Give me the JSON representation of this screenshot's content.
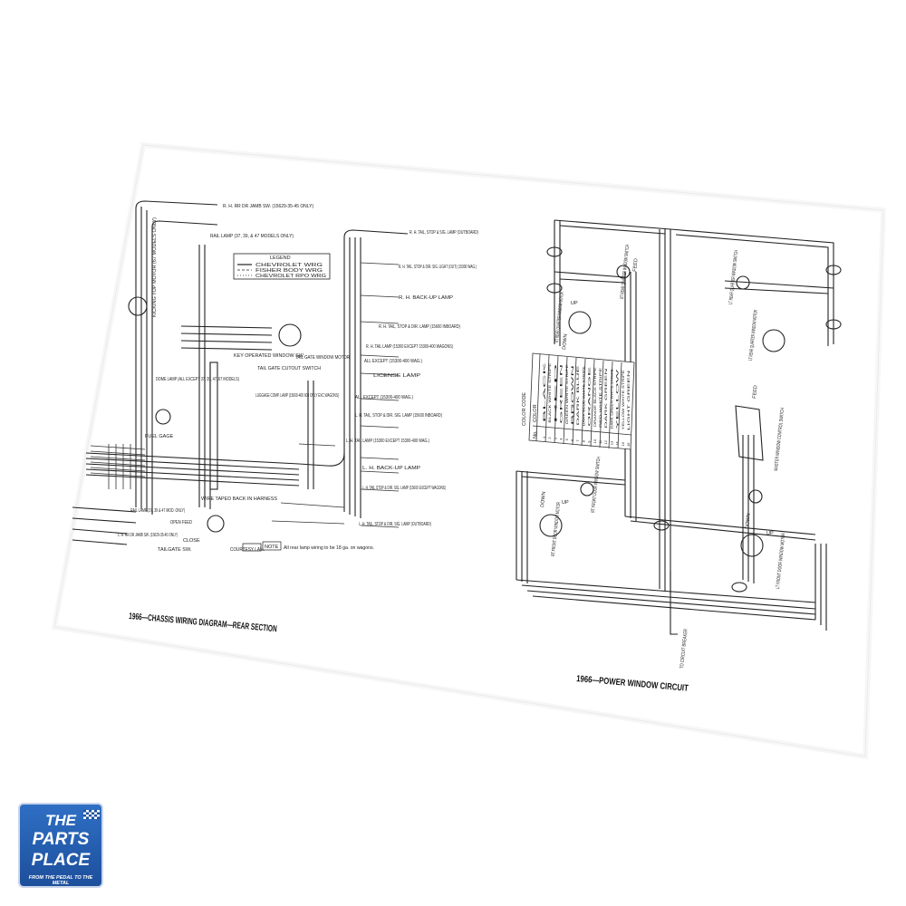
{
  "left_diagram": {
    "caption": "1966—CHASSIS WIRING DIAGRAM—REAR SECTION",
    "legend": {
      "title": "LEGEND",
      "items": [
        "CHEVROLET WRG",
        "FISHER BODY WRG",
        "CHEVROLET RPO WRG"
      ]
    },
    "labels": {
      "rh_dr_jamb": "R. H. RR DR JAMB SW. (15629-35-45 ONLY)",
      "rail_lamp": "RAIL LAMP (37, 39, & 47 MODELS ONLY)",
      "kicking_top_motor": "KICKING TOP MOTOR (67 MODELS ONLY)",
      "dome_lamp": "DOME LAMP (ALL EXCEPT 37, 39, 47, 67 MODELS)",
      "fuel_gage": "FUEL GAGE",
      "key_window": "KEY OPERATED WINDOW SW.",
      "tail_gate_cutout": "TAIL GATE CUTOUT SWITCH",
      "tail_gate_motor": "TAIL GATE WINDOW MOTOR",
      "luggage_lamp": "LUGGAGE COMP. LAMP (15600-400 600 ONLY EXC WAGONS)",
      "rh_tail_top": "R. H. TAIL, STOP & SIG. LAMP (OUTBOARD)",
      "rh_tail_stop": "R. H. TAIL, STOP & DIR. SIG. LIGHT (OUT) (15300 WAG.)",
      "rh_backup": "R. H. BACK-UP LAMP",
      "rh_tail_inboard": "R. H. TAIL, STOP & DIR. LAMP (15600 INBOARD)",
      "rh_tail_lamp": "R. H. TAIL LAMP (15300 EXCEPT 15300-400 WAGONS)",
      "all_except_1": "ALL EXCEPT (15300-400 WAG.)",
      "license_lamp": "LICENSE LAMP",
      "all_except_2": "ALL EXCEPT (15300-400 WAG.)",
      "lh_tail_inboard": "L. H. TAIL, STOP & DIR. SIG. LAMP (15600 INBOARD)",
      "lh_tail_lamp": "L. H. TAIL LAMP (15300 EXCEPT 15300-400 WAG.)",
      "lh_backup": "L. H. BACK-UP LAMP",
      "lh_tail_stop": "L. H. TAIL STOP & DIR. SIG. LAMP (15600 EXCEPT WAGONS)",
      "lh_tail_out": "L. H. TAIL, STOP & DIR. SIG. LAMP (OUTBOARD)",
      "rail_lamp_2": "RAIL LAMP (37, 39 & 47 MOD. ONLY)",
      "lh_rr_jamb": "L. H. RR DR JAMB SW. (15629-35-45 ONLY)",
      "wire_taped": "WIRE TAPED BACK IN HARNESS",
      "open_feed": "OPEN FEED",
      "close": "CLOSE",
      "tailgate_sw": "TAILGATE SW.",
      "courtesy": "COURTESY LAMP",
      "note_tag": "NOTE",
      "note": "All rear lamp wiring to be 18 ga. on wagons."
    }
  },
  "right_diagram": {
    "caption": "1966—POWER WINDOW CIRCUIT",
    "labels": {
      "rh_quarter_motor": "RT REAR QUARTER WINDOW MOTOR",
      "rh_quarter_switch": "RT REAR QUARTER WINDOW SWITCH",
      "lh_quarter_switch": "LT REAR QUARTER WINDOW SWITCH",
      "lh_quarter_motor": "LT REAR QUARTER WINDOW MOTOR",
      "master_switch": "MASTER WINDOW CONTROL SWITCH",
      "rt_front_motor": "RT FRONT DOOR WINDOW MOTOR",
      "rt_front_switch": "RT FRONT DOOR WINDOW SWITCH",
      "lt_front_motor": "LT FRONT DOOR WINDOW MOTOR",
      "to_breaker": "TO CIRCUIT BREAKER",
      "up": "UP",
      "down": "DOWN",
      "feed": "FEED"
    },
    "color_code": {
      "title": "COLOR CODE",
      "headers": [
        "No.",
        "COLOR"
      ],
      "rows": [
        [
          "1",
          "BLACK"
        ],
        [
          "2",
          "BLACK WHITE STRIPE"
        ],
        [
          "3",
          "RED"
        ],
        [
          "4",
          "GREEN"
        ],
        [
          "5",
          "GREEN WHITE STRIPE"
        ],
        [
          "6",
          "BROWN"
        ],
        [
          "7",
          "DARK BLUE"
        ],
        [
          "8",
          "DARK BLUE WHITE STRIPE"
        ],
        [
          "9",
          "ORANGE"
        ],
        [
          "10",
          "ORANGE BLACK STRIPE"
        ],
        [
          "11",
          "RED WHITE STRIPE"
        ],
        [
          "12",
          "DARK GREEN"
        ],
        [
          "13",
          "DARK GREEN WHITE STRIPE"
        ],
        [
          "14",
          "YELLOW"
        ],
        [
          "15",
          "YELLOW WHITE STRIPE"
        ],
        [
          "16",
          "LIGHT GREEN"
        ]
      ]
    }
  },
  "logo": {
    "line1": "THE",
    "line2": "PARTS",
    "line3": "PLACE",
    "tagline": "FROM THE PEDAL TO THE METAL",
    "bg_color": "#1d4f9c"
  }
}
